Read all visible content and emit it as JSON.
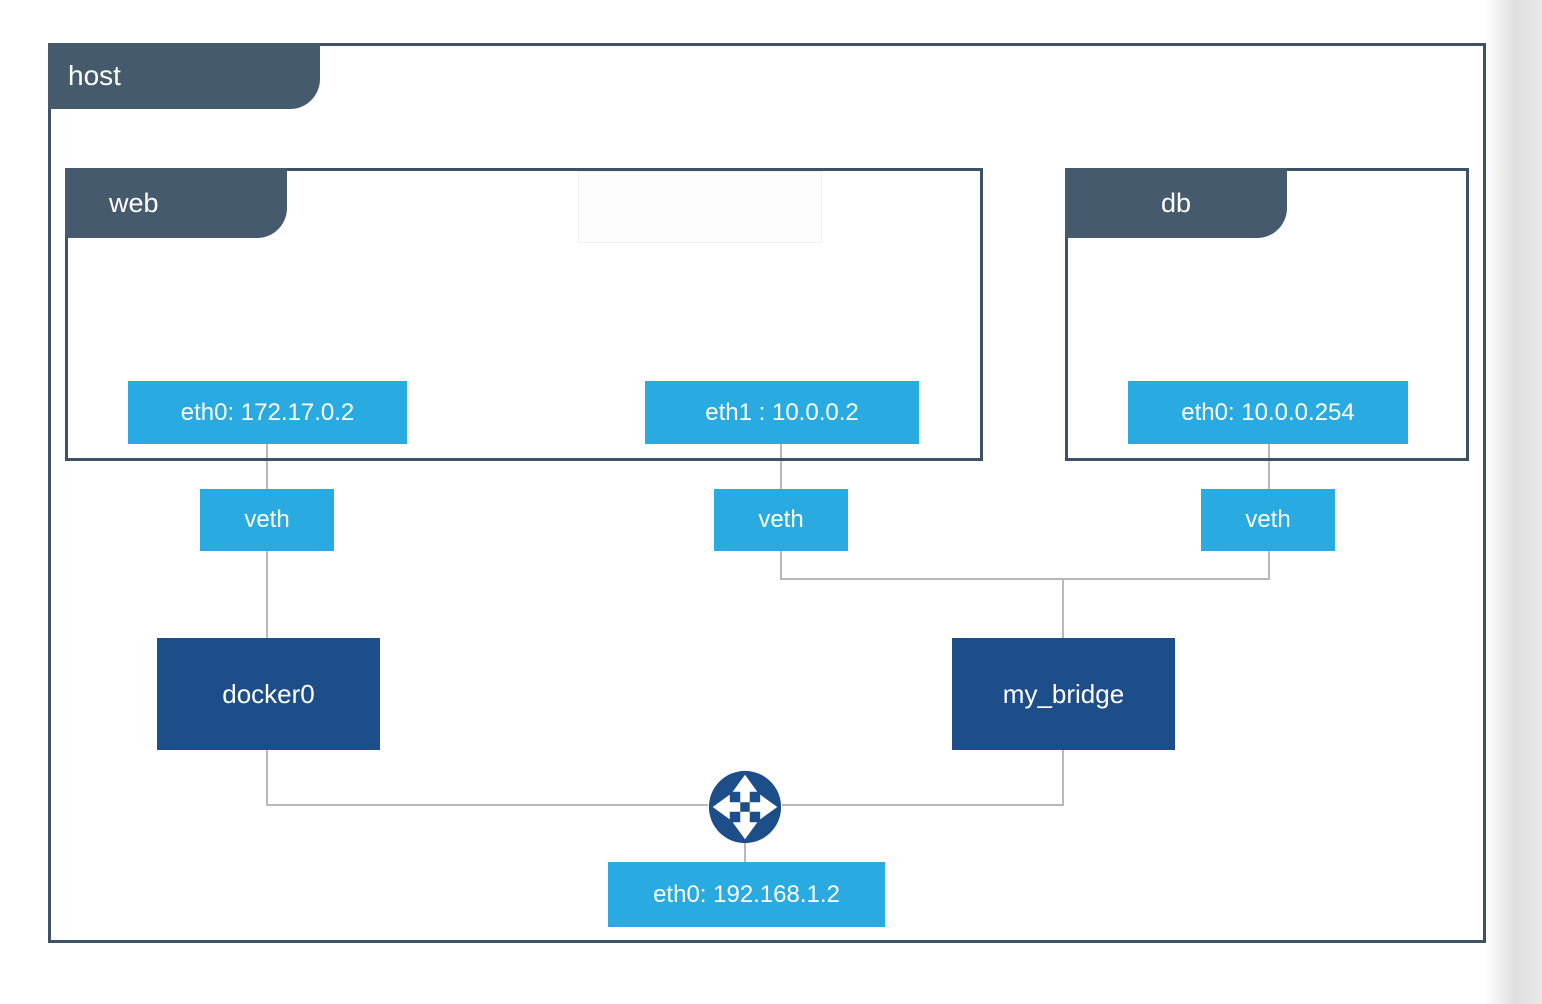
{
  "host": {
    "label": "host",
    "external_interface": {
      "label": "eth0: 192.168.1.2"
    }
  },
  "containers": [
    {
      "label": "web",
      "interfaces": [
        {
          "label": "eth0: 172.17.0.2"
        },
        {
          "label": "eth1 : 10.0.0.2"
        }
      ]
    },
    {
      "label": "db",
      "interfaces": [
        {
          "label": "eth0: 10.0.0.254"
        }
      ]
    }
  ],
  "veths": [
    {
      "label": "veth"
    },
    {
      "label": "veth"
    },
    {
      "label": "veth"
    }
  ],
  "bridges": [
    {
      "label": "docker0"
    },
    {
      "label": "my_bridge"
    }
  ],
  "icons": {
    "router": "router-arrows-icon"
  },
  "colors": {
    "tab_fill": "#455a6c",
    "box_border": "#3d5266",
    "interface_blue": "#29abe2",
    "bridge_navy": "#1d4e89",
    "connector_gray": "#b9b9b9"
  }
}
